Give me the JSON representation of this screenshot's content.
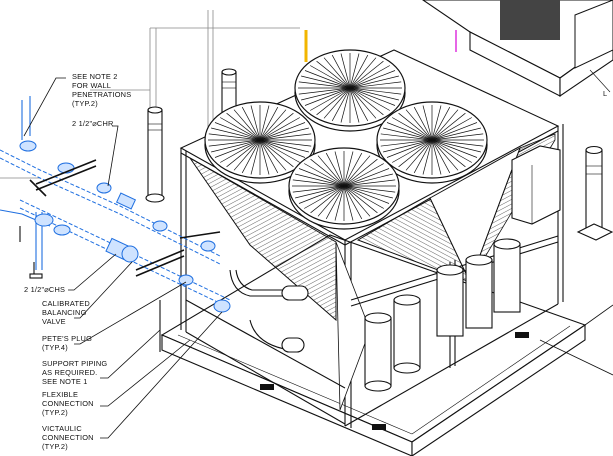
{
  "colors": {
    "line": "#111111",
    "pipe": "#1f6fe0",
    "magenta": "#d400d4",
    "yellow": "#f2b600",
    "gray": "#888888"
  },
  "callouts": {
    "wall_note": [
      "SEE NOTE 2",
      "FOR WALL",
      "PENETRATIONS",
      "(TYP.2)"
    ],
    "chr": "2 1/2\"⌀CHR",
    "chs": "2 1/2\"⌀CHS",
    "balancing_valve": [
      "CALIBRATED",
      "BALANCING",
      "VALVE"
    ],
    "petes_plug": [
      "PETE'S PLUG",
      "(TYP.4)"
    ],
    "support_piping": [
      "SUPPORT PIPING",
      "AS REQUIRED.",
      "SEE NOTE 1"
    ],
    "flexible_connection": [
      "FLEXIBLE",
      "CONNECTION",
      "(TYP.2)"
    ],
    "victaulic_connection": [
      "VICTAULIC",
      "CONNECTION",
      "(TYP.2)"
    ],
    "edge_marker": "L"
  }
}
